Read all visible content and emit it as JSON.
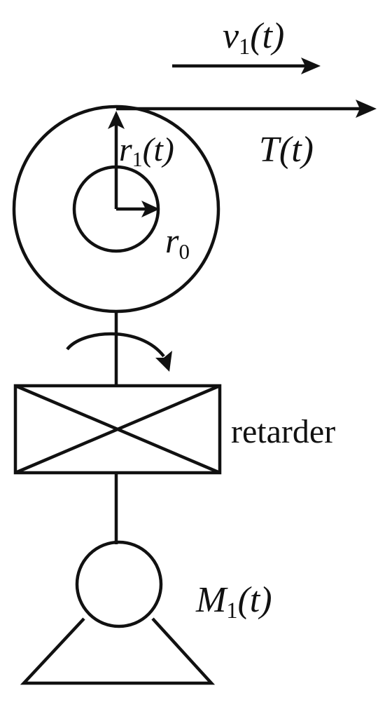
{
  "labels": {
    "velocity": {
      "sym": "v",
      "sub": "1",
      "arg": "(t)"
    },
    "tension": {
      "sym": "T",
      "arg": "(t)"
    },
    "outer_radius": {
      "sym": "r",
      "sub": "1",
      "arg": "(t)"
    },
    "inner_radius": {
      "sym": "r",
      "sub": "0"
    },
    "retarder": "retarder",
    "motor_torque": {
      "sym": "M",
      "sub": "1",
      "arg": "(t)"
    }
  },
  "colors": {
    "ink": "#111111",
    "background": "#ffffff"
  }
}
